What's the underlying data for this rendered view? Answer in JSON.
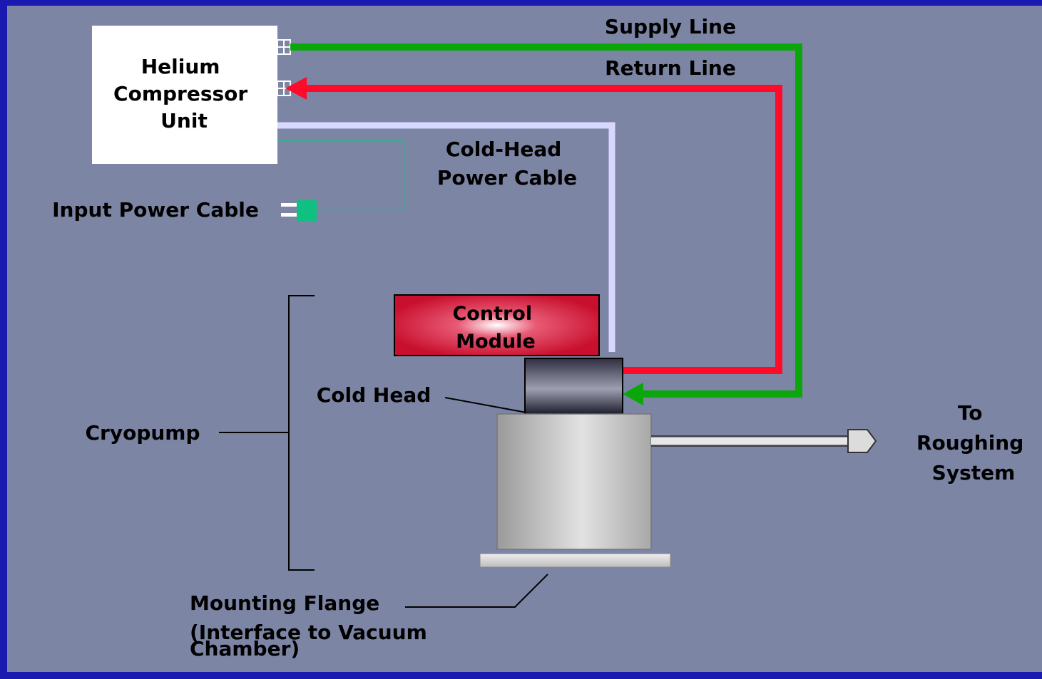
{
  "colors": {
    "background": "#7d85a5",
    "frame": "#1a1ab0",
    "supply_line": "#0aa60a",
    "return_line": "#ff0a28",
    "cold_head_power_cable": "#d8d8ff",
    "input_power_cable": "#20b888",
    "control_module": "#c8102e",
    "compressor_box": "#ffffff"
  },
  "labels": {
    "compressor": [
      "Helium",
      "Compressor",
      "Unit"
    ],
    "supply_line": "Supply Line",
    "return_line": "Return Line",
    "cold_head_cable": [
      "Cold-Head",
      "Power Cable"
    ],
    "input_power_cable": "Input Power Cable",
    "control_module": [
      "Control",
      "Module"
    ],
    "cold_head": "Cold Head",
    "cryopump": "Cryopump",
    "roughing": [
      "To",
      "Roughing",
      "System"
    ],
    "mounting_flange": [
      "Mounting Flange",
      "(Interface to Vacuum",
      "Chamber)"
    ]
  }
}
